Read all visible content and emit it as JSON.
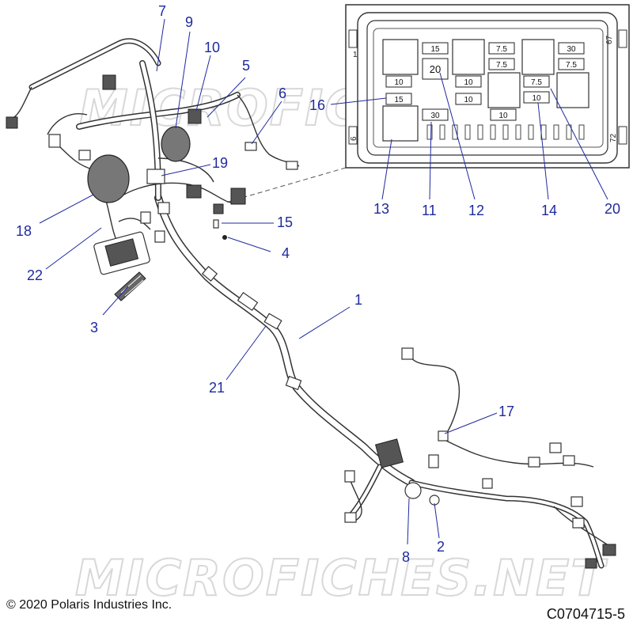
{
  "footer": {
    "copyright": "© 2020 Polaris Industries Inc.",
    "diagram_code": "C0704715-5"
  },
  "watermark": {
    "text": "MICROFICHES.NET"
  },
  "callouts": [
    "1",
    "2",
    "3",
    "4",
    "5",
    "6",
    "7",
    "8",
    "9",
    "10",
    "11",
    "12",
    "13",
    "14",
    "15",
    "16",
    "17",
    "18",
    "19",
    "20",
    "21",
    "22"
  ],
  "fuse_box": {
    "pin_labels": [
      "1",
      "67",
      "6",
      "72"
    ],
    "fuses": [
      "15",
      "20",
      "7.5",
      "7.5",
      "30",
      "7.5",
      "10",
      "10",
      "10",
      "7.5",
      "10",
      "15",
      "30",
      "10"
    ]
  },
  "colors": {
    "callout": "#1f2a9e",
    "line": "#333333",
    "watermark": "#d8d8d8"
  }
}
